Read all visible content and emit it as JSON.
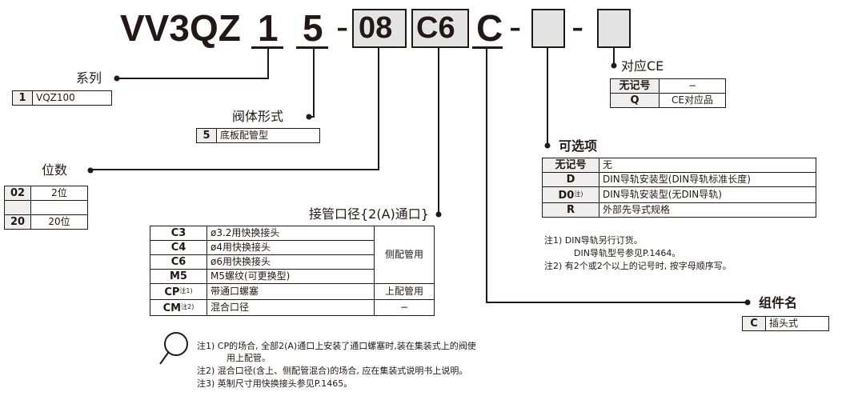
{
  "model_code": {
    "prefix": "VV3QZ",
    "digit1": "1",
    "digit2": "5",
    "dash1": "-",
    "port_code": "08",
    "size_code": "C6",
    "option_code": "C",
    "dash2": "-",
    "dash3": "-"
  },
  "series": {
    "title": "系列",
    "rows": [
      {
        "key": "1",
        "value": "VQZ100"
      }
    ]
  },
  "valve_body": {
    "title": "阀体形式",
    "rows": [
      {
        "key": "5",
        "value": "底板配管型"
      }
    ]
  },
  "stations": {
    "title": "位数",
    "rows": [
      {
        "key": "02",
        "value": "2位"
      },
      {
        "key": "",
        "value": ""
      },
      {
        "key": "20",
        "value": "20位"
      }
    ]
  },
  "port_size": {
    "title": "接管口径{2(A)通口}",
    "rows": [
      {
        "key": "C3",
        "note": "",
        "desc": "ø3.2用快换接头"
      },
      {
        "key": "C4",
        "note": "",
        "desc": "ø4用快换接头"
      },
      {
        "key": "C6",
        "note": "",
        "desc": "ø6用快换接头"
      },
      {
        "key": "M5",
        "note": "",
        "desc": "M5螺纹(可更换型)"
      },
      {
        "key": "CP",
        "note": "注1)",
        "desc": "带通口螺塞"
      },
      {
        "key": "CM",
        "note": "注2)",
        "desc": "混合口径"
      }
    ],
    "side_labels": {
      "side_port": "侧配管用",
      "top_port": "上配管用",
      "none": "−"
    }
  },
  "ce": {
    "title": "对应CE",
    "rows": [
      {
        "key": "无记号",
        "value": "−"
      },
      {
        "key": "Q",
        "value": "CE对应品"
      }
    ]
  },
  "options": {
    "title": "可选项",
    "rows": [
      {
        "key": "无记号",
        "note": "",
        "value": "无"
      },
      {
        "key": "D",
        "note": "",
        "value": "DIN导轨安装型(DIN导轨标准长度)"
      },
      {
        "key": "D0",
        "note": "注)",
        "value": "DIN导轨安装型(无DIN导轨)"
      },
      {
        "key": "R",
        "note": "",
        "value": "外部先导式规格"
      }
    ],
    "notes": [
      "注1) DIN导轨另行订货。",
      "DIN导轨型号参见P.1464。",
      "注2) 有2个或2个以上的记号时, 按字母顺序写。"
    ]
  },
  "assembly": {
    "title": "组件名",
    "rows": [
      {
        "key": "C",
        "value": "插头式"
      }
    ]
  },
  "bottom_notes": [
    "注1) CP的场合, 全部2(A)通口上安装了通口螺塞时,装在集装式上的阀使",
    "用上配管。",
    "注2) 混合口径(含上、侧配管混合)的场合, 应在集装式说明书上说明。",
    "注3) 英制尺寸用快换接头参见P.1465。"
  ]
}
